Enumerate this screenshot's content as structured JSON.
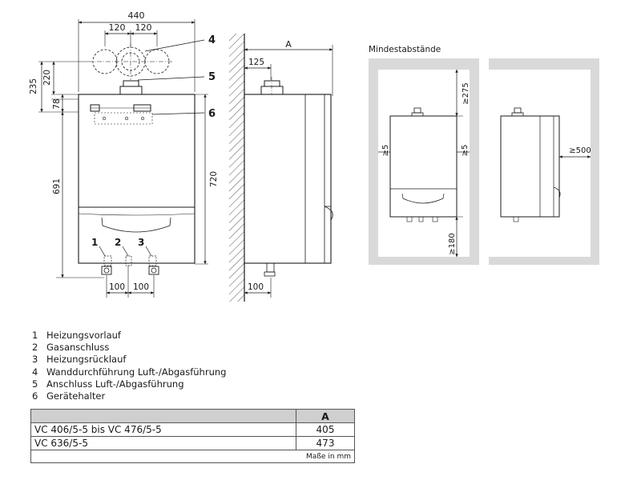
{
  "drawing": {
    "front": {
      "width": "440",
      "pitch_left": "120",
      "pitch_right": "120",
      "dim_235": "235",
      "dim_220": "220",
      "dim_78": "78",
      "height_691": "691",
      "height_720": "720",
      "conn_100_left": "100",
      "conn_100_right": "100",
      "callout_4": "4",
      "callout_5": "5",
      "callout_6": "6",
      "conn_label_1": "1",
      "conn_label_2": "2",
      "conn_label_3": "3"
    },
    "side": {
      "depth_label": "A",
      "dim_125": "125",
      "dim_100": "100"
    },
    "clearances": {
      "title": "Mindestabstände",
      "top": "≥275",
      "left": "≥5",
      "right": "≥5",
      "bottom": "≥180",
      "front": "≥500"
    }
  },
  "legend": [
    {
      "num": "1",
      "text": "Heizungsvorlauf"
    },
    {
      "num": "2",
      "text": "Gasanschluss"
    },
    {
      "num": "3",
      "text": "Heizungsrücklauf"
    },
    {
      "num": "4",
      "text": "Wanddurchführung Luft-/Abgasführung"
    },
    {
      "num": "5",
      "text": "Anschluss Luft-/Abgasführung"
    },
    {
      "num": "6",
      "text": "Gerätehalter"
    }
  ],
  "table": {
    "header": [
      "",
      "A"
    ],
    "rows": [
      [
        "VC 406/5-5 bis VC 476/5-5",
        "405"
      ],
      [
        "VC 636/5-5",
        "473"
      ]
    ],
    "unit_note": "Maße in mm"
  }
}
